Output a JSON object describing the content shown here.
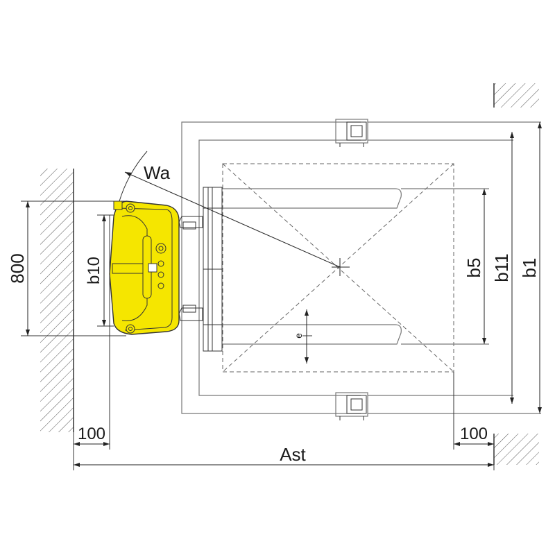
{
  "labels": {
    "wa": "Wa",
    "b10": "b10",
    "b5": "b5",
    "b11": "b11",
    "b1": "b1",
    "e": "e",
    "w800": "800",
    "gap_left": "100",
    "gap_right": "100",
    "ast": "Ast"
  },
  "colors": {
    "truck_body": "#f5e600",
    "outline": "#333333",
    "structure": "#777777"
  }
}
